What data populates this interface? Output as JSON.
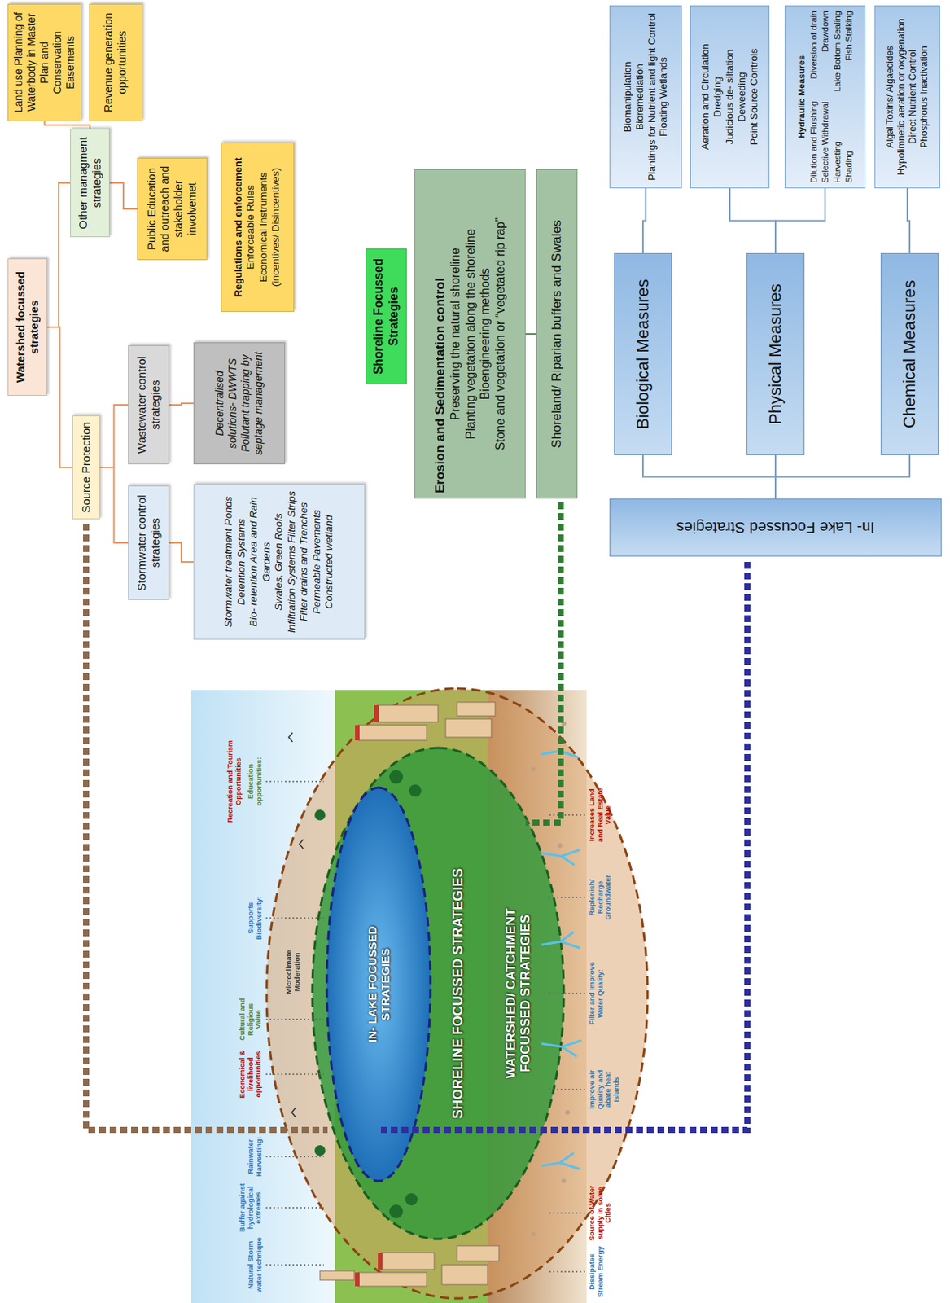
{
  "diagram": {
    "nodes": [
      {
        "text": [
          "Watershed focussed strategies"
        ]
      },
      {
        "text": [
          "Source Protection"
        ]
      },
      {
        "text": [
          "Other managment strategies"
        ]
      },
      {
        "text": [
          "Stormwater control strategies"
        ]
      },
      {
        "text": [
          "Wastewater control strategies"
        ]
      },
      {
        "text": [
          "Stormwater treatment Ponds",
          "Detention Systems",
          "Bio- retention Area and Rain Gardens",
          "Swales, Green Roofs",
          "Infiltration Systems Filter Strips Filter drains and Trenches",
          "Permeable Pavements",
          "Constructed wetland"
        ]
      },
      {
        "text": [
          "Decentralised solutions- DWWTS",
          "Pollutant trapping by septage management"
        ]
      },
      {
        "text": [
          "Public Education and outreach and stakeholder involvemet"
        ]
      },
      {
        "text": [
          "Land use Planning of Waterbody in Master Plan and Conservation Easements"
        ]
      },
      {
        "text": [
          "Regulations and enforcement",
          "Enforceable Rules",
          "Economical Instruments (incentives/ Disincentives)"
        ]
      },
      {
        "text": [
          "Revenue generation opportunities"
        ]
      },
      {
        "text": [
          "Shoreline Focussed Strategies"
        ]
      },
      {
        "text": [
          "Erosion and Sedimentation control",
          "Preserving the natural shoreline",
          "Planting vegetation along the shoreline",
          "Bioengineering methods",
          "Stone and vegetation or “vegetated rip rap”"
        ]
      },
      {
        "text": [
          "Shoreland/ Riparian buffers and Swales"
        ]
      },
      {
        "text": [
          "In- Lake Focussed Strategies"
        ]
      },
      {
        "text": [
          "Biological Measures"
        ]
      },
      {
        "text": [
          "Physical Measures"
        ]
      },
      {
        "text": [
          "Chemical Measures"
        ]
      },
      {
        "text": [
          "Biomanipulation",
          "Bioremediation",
          "Plantings for Nutrient and light Control",
          "Floating Wetlands"
        ]
      },
      {
        "text": [
          "Aeration and Circulation",
          "Dredging",
          "Judicious de- siltation",
          "Deweeding",
          "Point Source Controls"
        ]
      },
      {
        "text": [
          "Hydraulic Measures",
          "Dilution and Flushing",
          "Diversion of drain",
          "Selective Withdrawal",
          "Drawdown",
          "Harvesting",
          "Lake Bottom Sealing",
          "Shading",
          "Fish Stalking"
        ]
      },
      {
        "text": [
          "Algal Toxins/ Algaecides",
          "Hypolimnetic aeration or oxygenation",
          "Direct Nutrient Control",
          "Phosphorus Inactivation"
        ]
      }
    ],
    "edges": [
      {
        "from": 0,
        "to": 1,
        "arrow": "none"
      },
      {
        "from": 0,
        "to": 2,
        "arrow": "none"
      },
      {
        "from": 1,
        "to": 3,
        "arrow": "none"
      },
      {
        "from": 1,
        "to": 4,
        "arrow": "none"
      },
      {
        "from": 3,
        "to": 5,
        "arrow": "none"
      },
      {
        "from": 4,
        "to": 6,
        "arrow": "none"
      },
      {
        "from": 2,
        "to": 7,
        "arrow": "none"
      },
      {
        "from": 2,
        "to": 8,
        "arrow": "none"
      },
      {
        "from": 12,
        "to": 13,
        "arrow": "none"
      },
      {
        "from": 14,
        "to": 15,
        "arrow": "none"
      },
      {
        "from": 14,
        "to": 16,
        "arrow": "none"
      },
      {
        "from": 14,
        "to": 17,
        "arrow": "none"
      },
      {
        "from": 15,
        "to": 18,
        "arrow": "none"
      },
      {
        "from": 16,
        "to": 19,
        "arrow": "none"
      },
      {
        "from": 16,
        "to": 20,
        "arrow": "none"
      },
      {
        "from": 17,
        "to": 21,
        "arrow": "none"
      }
    ],
    "labels": [
      "Natural Storm water technique",
      "Buffer against hydrological extremes",
      "Rainwater Harvesting:",
      "Economical & livelihood opportunities",
      "Cultural and Religious Value",
      "Microclimate Moderation",
      "Supports Biodiversity:",
      "Recreation and Tourism Opportunities",
      "Education opportunities:",
      "IN- LAKE FOCUSSED STRATEGIES",
      "SHORELINE FOCUSSED STRATEGIES",
      "WATERSHED/ CATCHMENT FOCUSSED STRATEGIES",
      "Dissipates Stream Energy",
      "Source of Water supply in some Cities",
      "Improve air Quality and abate heat Islands",
      "Filter and Improve Water Quality:",
      "Replenish/ Recharge Groundwater",
      "Increases Land and Real Estate Value"
    ]
  }
}
